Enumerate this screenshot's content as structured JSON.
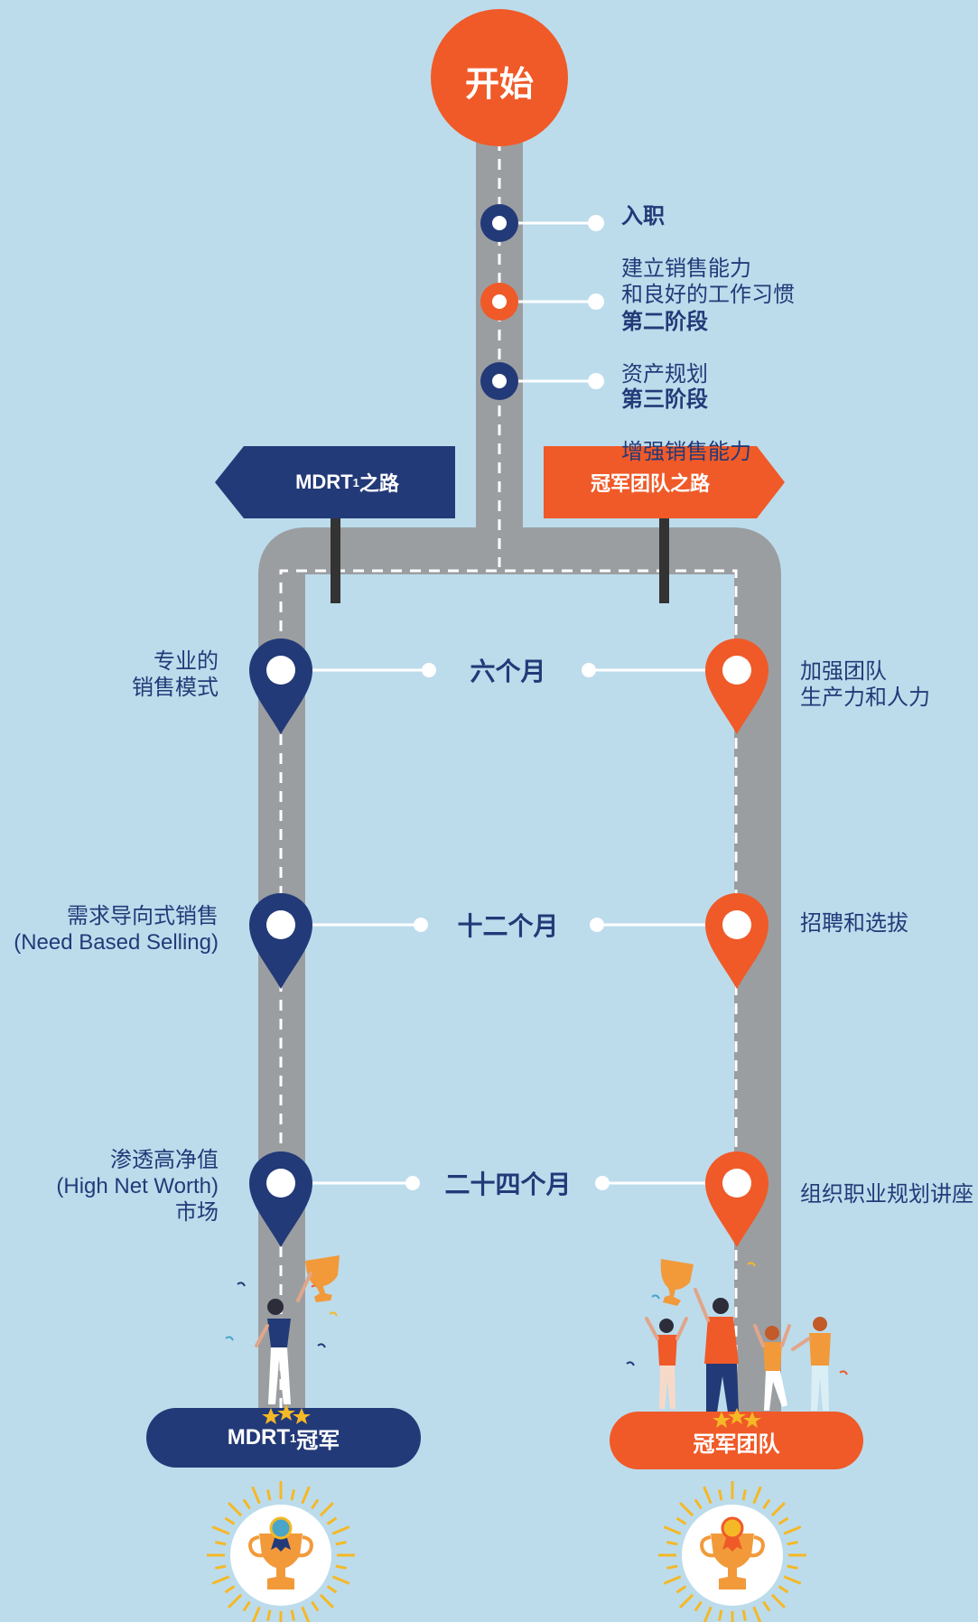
{
  "start": {
    "label": "开始"
  },
  "stages": [
    {
      "title": "入职",
      "desc": "建立销售能力\n和良好的工作习惯",
      "color": "#233a78"
    },
    {
      "title": "第二阶段",
      "desc": "资产规划",
      "color": "#f05a28"
    },
    {
      "title": "第三阶段",
      "desc": "增强销售能力",
      "color": "#233a78"
    }
  ],
  "signs": {
    "left": {
      "label": "MDRT",
      "sup": "1",
      "suffix": "之路"
    },
    "right": {
      "label": "冠军团队之路"
    }
  },
  "milestones": [
    {
      "month": "六个月",
      "left": "专业的\n销售模式",
      "right": "加强团队\n生产力和人力"
    },
    {
      "month": "十二个月",
      "left": "需求导向式销售\n(Need Based Selling)",
      "right": "招聘和选拔"
    },
    {
      "month": "二十四个月",
      "left": "渗透高净值\n(High Net Worth)\n市场",
      "right": "组织职业规划讲座"
    }
  ],
  "banners": {
    "left": {
      "label": "MDRT",
      "sup": "1",
      "suffix": " 冠军"
    },
    "right": {
      "label": "冠军团队"
    }
  },
  "colors": {
    "navy": "#233a78",
    "orange": "#f05a28",
    "road": "#9b9ea1",
    "background": "#bcdcec",
    "gold": "#f5b826"
  }
}
